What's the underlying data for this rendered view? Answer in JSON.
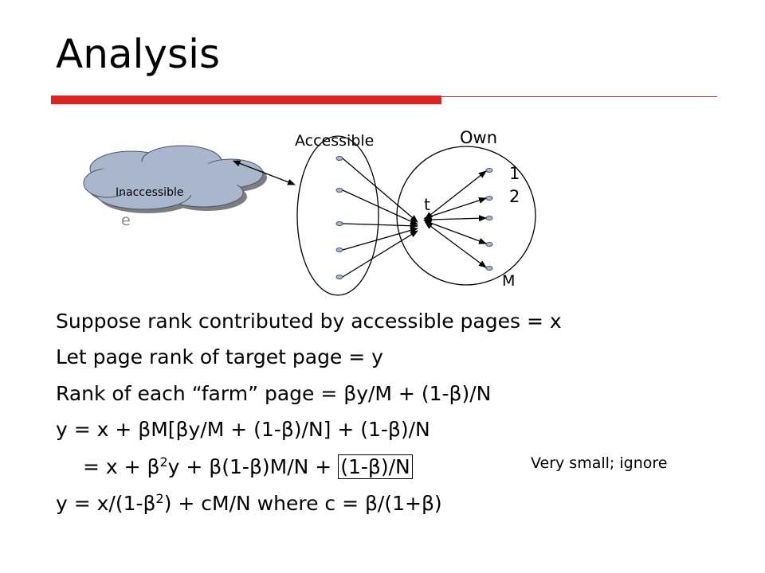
{
  "title": "Analysis",
  "diagram": {
    "cloud_label": "Inaccessible",
    "cloud_echo_letter": "e",
    "accessible_label": "Accessible",
    "own_label": "Own",
    "target_label": "t",
    "farm_labels": {
      "first": "1",
      "second": "2",
      "last": "M"
    }
  },
  "equations": {
    "line1": "Suppose rank contributed by accessible pages = x",
    "line2": "Let page rank of target page = y",
    "line3": "Rank of each “farm” page = βy/M + (1-β)/N",
    "line4": "y = x + βM[βy/M + (1-β)/N] + (1-β)/N",
    "line5": {
      "p1": "= x + β",
      "exp1": "2",
      "p2": "y + β(1-β)M/N + ",
      "boxed": "(1-β)/N"
    },
    "line6": {
      "p1": "y = x/(1-β",
      "exp1": "2",
      "p2": ") + cM/N where c = β/(1+β)"
    }
  },
  "note": "Very small; ignore"
}
